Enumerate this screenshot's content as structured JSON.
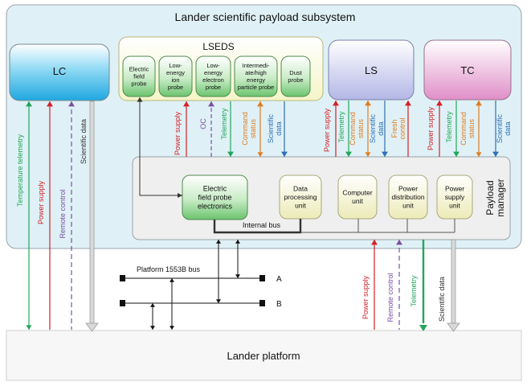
{
  "title": "Lander scientific payload subsystem",
  "lc": "LC",
  "lseds": {
    "title": "LSEDS",
    "probes": [
      [
        "Electric",
        "field",
        "probe"
      ],
      [
        "Low-",
        "energy",
        "ion",
        "probe"
      ],
      [
        "Low-",
        "energy",
        "electron",
        "probe"
      ],
      [
        "Intermedi-",
        "ate/high",
        "energy",
        "particle probe"
      ],
      [
        "Dust",
        "probe"
      ]
    ]
  },
  "ls": "LS",
  "tc": "TC",
  "payload_manager": {
    "title": [
      "Payload",
      "manager"
    ],
    "units": [
      [
        "Electric",
        "field probe",
        "electronics"
      ],
      [
        "Data",
        "processing",
        "unit"
      ],
      [
        "Computer",
        "unit"
      ],
      [
        "Power",
        "distribution",
        "unit"
      ],
      [
        "Power",
        "supply",
        "unit"
      ]
    ],
    "internal_bus": "Internal bus"
  },
  "lc_links": [
    "Temperature telemetry",
    "Power supply",
    "Remote control",
    "Scientific data"
  ],
  "lseds_links": [
    "Power supply",
    "OC",
    "Telemetry",
    [
      "Command",
      "status"
    ],
    [
      "Scientific",
      "data"
    ]
  ],
  "ls_links": [
    "Power supply",
    "Telemetry",
    [
      "Command",
      "status"
    ],
    [
      "Scientific",
      "data"
    ],
    [
      "Fresh",
      "control"
    ]
  ],
  "tc_links": [
    "Power supply",
    "Telemetry",
    [
      "Command",
      "status"
    ],
    [
      "Scientific",
      "data"
    ]
  ],
  "platform_links": [
    "Power supply",
    "Remote control",
    "Telemetry",
    "Scientific data"
  ],
  "bus": {
    "label": "Platform 1553B bus",
    "a": "A",
    "b": "B"
  },
  "lander_platform": "Lander platform",
  "colors": {
    "power": "#d42027",
    "telemetry": "#22a65a",
    "command": "#e07b1f",
    "science": "#2f6fb5",
    "control": "#7c4fa0",
    "dark": "#333333"
  }
}
